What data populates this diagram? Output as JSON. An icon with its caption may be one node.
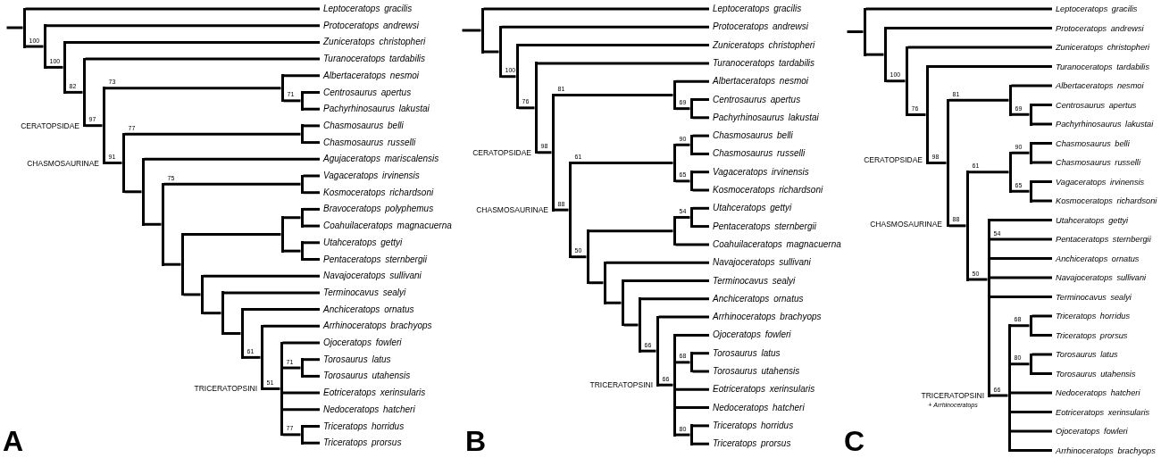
{
  "diagram": {
    "nodes": [
      {
        "text": [],
        "shape": "bar"
      },
      {
        "text": [
          "Leptoceratops gracilis"
        ]
      },
      {
        "text": [],
        "shape": "bar"
      },
      {
        "text": [
          "Protoceratops andrewsi"
        ]
      },
      {
        "text": [],
        "shape": "bar"
      },
      {
        "text": [
          "Zuniceratops christopheri"
        ]
      },
      {
        "text": [],
        "shape": "bar"
      },
      {
        "text": [
          "Turanoceratops tardabilis"
        ]
      },
      {
        "text": [],
        "shape": "bar"
      },
      {
        "text": [],
        "shape": "bar"
      },
      {
        "text": [
          "Albertaceratops nesmoi"
        ]
      },
      {
        "text": [],
        "shape": "bar"
      },
      {
        "text": [
          "Centrosaurus apertus"
        ]
      },
      {
        "text": [
          "Pachyrhinosaurus lakustai"
        ]
      },
      {
        "text": [],
        "shape": "bar"
      },
      {
        "text": [],
        "shape": "bar"
      },
      {
        "text": [
          "Chasmosaurus belli"
        ]
      },
      {
        "text": [
          "Chasmosaurus russelli"
        ]
      },
      {
        "text": [],
        "shape": "bar"
      },
      {
        "text": [
          "Agujaceratops mariscalensis"
        ]
      },
      {
        "text": [],
        "shape": "bar"
      },
      {
        "text": [],
        "shape": "bar"
      },
      {
        "text": [
          "Vagaceratops irvinensis"
        ]
      },
      {
        "text": [
          "Kosmoceratops richardsoni"
        ]
      },
      {
        "text": [],
        "shape": "bar"
      },
      {
        "text": [],
        "shape": "bar"
      },
      {
        "text": [],
        "shape": "bar"
      },
      {
        "text": [
          "Bravoceratops polyphemus"
        ]
      },
      {
        "text": [
          "Coahuilaceratops magnacuerna"
        ]
      },
      {
        "text": [],
        "shape": "bar"
      },
      {
        "text": [
          "Utahceratops gettyi"
        ]
      },
      {
        "text": [
          "Pentaceratops sternbergii"
        ]
      },
      {
        "text": [],
        "shape": "bar"
      },
      {
        "text": [
          "Navajoceratops sullivani"
        ]
      },
      {
        "text": [],
        "shape": "bar"
      },
      {
        "text": [
          "Terminocavus sealyi"
        ]
      },
      {
        "text": [],
        "shape": "bar"
      },
      {
        "text": [
          "Anchiceratops ornatus"
        ]
      },
      {
        "text": [],
        "shape": "bar"
      },
      {
        "text": [
          "Arrhinoceratops brachyops"
        ]
      },
      {
        "text": [],
        "shape": "bar"
      },
      {
        "text": [
          "Ojoceratops fowleri"
        ]
      },
      {
        "text": [],
        "shape": "bar"
      },
      {
        "text": [
          "Torosaurus latus"
        ]
      },
      {
        "text": [
          "Torosaurus utahensis"
        ]
      },
      {
        "text": [
          "Eotriceratops xerinsularis"
        ]
      },
      {
        "text": [
          "Nedoceratops hatcheri"
        ]
      },
      {
        "text": [],
        "shape": "bar"
      },
      {
        "text": [
          "Triceratops horridus"
        ]
      },
      {
        "text": [
          "Triceratops prorsus"
        ]
      },
      {
        "text": [],
        "shape": "bar"
      },
      {
        "text": [
          "Leptoceratops gracilis"
        ]
      },
      {
        "text": [],
        "shape": "bar"
      },
      {
        "text": [
          "Protoceratops andrewsi"
        ]
      },
      {
        "text": [],
        "shape": "bar"
      },
      {
        "text": [
          "Zuniceratops christopheri"
        ]
      },
      {
        "text": [],
        "shape": "bar"
      },
      {
        "text": [
          "Turanoceratops tardabilis"
        ]
      },
      {
        "text": [],
        "shape": "bar"
      },
      {
        "text": [],
        "shape": "bar"
      },
      {
        "text": [
          "Albertaceratops nesmoi"
        ]
      },
      {
        "text": [],
        "shape": "bar"
      },
      {
        "text": [
          "Centrosaurus apertus"
        ]
      },
      {
        "text": [
          "Pachyrhinosaurus lakustai"
        ]
      },
      {
        "text": [],
        "shape": "bar"
      },
      {
        "text": [],
        "shape": "bar"
      },
      {
        "text": [],
        "shape": "bar"
      },
      {
        "text": [
          "Chasmosaurus belli"
        ]
      },
      {
        "text": [
          "Chasmosaurus russelli"
        ]
      },
      {
        "text": [],
        "shape": "bar"
      },
      {
        "text": [
          "Vagaceratops irvinensis"
        ]
      },
      {
        "text": [
          "Kosmoceratops richardsoni"
        ]
      },
      {
        "text": [],
        "shape": "bar"
      },
      {
        "text": [],
        "shape": "bar"
      },
      {
        "text": [],
        "shape": "bar"
      },
      {
        "text": [
          "Utahceratops gettyi"
        ]
      },
      {
        "text": [
          "Pentaceratops sternbergii"
        ]
      },
      {
        "text": [
          "Coahuilaceratops magnacuerna"
        ]
      },
      {
        "text": [],
        "shape": "bar"
      },
      {
        "text": [
          "Navajoceratops sullivani"
        ]
      },
      {
        "text": [],
        "shape": "bar"
      },
      {
        "text": [
          "Terminocavus sealyi"
        ]
      },
      {
        "text": [],
        "shape": "bar"
      },
      {
        "text": [
          "Anchiceratops ornatus"
        ]
      },
      {
        "text": [],
        "shape": "bar"
      },
      {
        "text": [
          "Arrhinoceratops brachyops"
        ]
      },
      {
        "text": [],
        "shape": "bar"
      },
      {
        "text": [
          "Ojoceratops fowleri"
        ]
      },
      {
        "text": [],
        "shape": "bar"
      },
      {
        "text": [
          "Torosaurus latus"
        ]
      },
      {
        "text": [
          "Torosaurus utahensis"
        ]
      },
      {
        "text": [
          "Eotriceratops xerinsularis"
        ]
      },
      {
        "text": [
          "Nedoceratops hatcheri"
        ]
      },
      {
        "text": [],
        "shape": "bar"
      },
      {
        "text": [
          "Triceratops horridus"
        ]
      },
      {
        "text": [
          "Triceratops prorsus"
        ]
      },
      {
        "text": [],
        "shape": "bar"
      },
      {
        "text": [
          "Leptoceratops gracilis"
        ]
      },
      {
        "text": [],
        "shape": "bar"
      },
      {
        "text": [
          "Protoceratops andrewsi"
        ]
      },
      {
        "text": [],
        "shape": "bar"
      },
      {
        "text": [
          "Zuniceratops christopheri"
        ]
      },
      {
        "text": [],
        "shape": "bar"
      },
      {
        "text": [
          "Turanoceratops tardabilis"
        ]
      },
      {
        "text": [],
        "shape": "bar"
      },
      {
        "text": [],
        "shape": "bar"
      },
      {
        "text": [
          "Albertaceratops nesmoi"
        ]
      },
      {
        "text": [],
        "shape": "bar"
      },
      {
        "text": [
          "Centrosaurus apertus"
        ]
      },
      {
        "text": [
          "Pachyrhinosaurus lakustai"
        ]
      },
      {
        "text": [],
        "shape": "bar"
      },
      {
        "text": [],
        "shape": "bar"
      },
      {
        "text": [],
        "shape": "bar"
      },
      {
        "text": [
          "Chasmosaurus belli"
        ]
      },
      {
        "text": [
          "Chasmosaurus russelli"
        ]
      },
      {
        "text": [],
        "shape": "bar"
      },
      {
        "text": [
          "Vagaceratops irvinensis"
        ]
      },
      {
        "text": [
          "Kosmoceratops richardsoni"
        ]
      },
      {
        "text": [],
        "shape": "bar"
      },
      {
        "text": [
          "Utahceratops gettyi"
        ]
      },
      {
        "text": [
          "Pentaceratops sternbergii"
        ]
      },
      {
        "text": [
          "Anchiceratops ornatus"
        ]
      },
      {
        "text": [
          "Navajoceratops sullivani"
        ]
      },
      {
        "text": [
          "Terminocavus sealyi"
        ]
      },
      {
        "text": [],
        "shape": "bar"
      },
      {
        "text": [],
        "shape": "bar"
      },
      {
        "text": [
          "Triceratops horridus"
        ]
      },
      {
        "text": [
          "Triceratops prorsus"
        ]
      },
      {
        "text": [],
        "shape": "bar"
      },
      {
        "text": [
          "Torosaurus latus"
        ]
      },
      {
        "text": [
          "Torosaurus utahensis"
        ]
      },
      {
        "text": [
          "Nedoceratops hatcheri"
        ]
      },
      {
        "text": [
          "Eotriceratops xerinsularis"
        ]
      },
      {
        "text": [
          "Ojoceratops fowleri"
        ]
      },
      {
        "text": [
          "Arrhinoceratops brachyops"
        ]
      }
    ],
    "edges": [
      {
        "from": null,
        "to": 0,
        "arrow": "none"
      },
      {
        "from": 0,
        "to": 1,
        "arrow": "none"
      },
      {
        "from": 0,
        "to": 2,
        "arrow": "none",
        "label": "100"
      },
      {
        "from": 2,
        "to": 3,
        "arrow": "none"
      },
      {
        "from": 2,
        "to": 4,
        "arrow": "none",
        "label": "100"
      },
      {
        "from": 4,
        "to": 5,
        "arrow": "none"
      },
      {
        "from": 4,
        "to": 6,
        "arrow": "none",
        "label": "82"
      },
      {
        "from": 6,
        "to": 7,
        "arrow": "none"
      },
      {
        "from": 6,
        "to": 8,
        "arrow": "none",
        "label": "97"
      },
      {
        "from": 8,
        "to": 9,
        "arrow": "none",
        "label": "73"
      },
      {
        "from": 9,
        "to": 10,
        "arrow": "none"
      },
      {
        "from": 9,
        "to": 11,
        "arrow": "none",
        "label": "71"
      },
      {
        "from": 11,
        "to": 12,
        "arrow": "none"
      },
      {
        "from": 11,
        "to": 13,
        "arrow": "none"
      },
      {
        "from": 8,
        "to": 14,
        "arrow": "none",
        "label": "91"
      },
      {
        "from": 14,
        "to": 15,
        "arrow": "none",
        "label": "77"
      },
      {
        "from": 15,
        "to": 16,
        "arrow": "none"
      },
      {
        "from": 15,
        "to": 17,
        "arrow": "none"
      },
      {
        "from": 14,
        "to": 18,
        "arrow": "none"
      },
      {
        "from": 18,
        "to": 19,
        "arrow": "none"
      },
      {
        "from": 18,
        "to": 20,
        "arrow": "none"
      },
      {
        "from": 20,
        "to": 21,
        "arrow": "none",
        "label": "75"
      },
      {
        "from": 21,
        "to": 22,
        "arrow": "none"
      },
      {
        "from": 21,
        "to": 23,
        "arrow": "none"
      },
      {
        "from": 20,
        "to": 24,
        "arrow": "none"
      },
      {
        "from": 24,
        "to": 25,
        "arrow": "none"
      },
      {
        "from": 25,
        "to": 26,
        "arrow": "none"
      },
      {
        "from": 26,
        "to": 27,
        "arrow": "none"
      },
      {
        "from": 26,
        "to": 28,
        "arrow": "none"
      },
      {
        "from": 25,
        "to": 29,
        "arrow": "none"
      },
      {
        "from": 29,
        "to": 30,
        "arrow": "none"
      },
      {
        "from": 29,
        "to": 31,
        "arrow": "none"
      },
      {
        "from": 24,
        "to": 32,
        "arrow": "none"
      },
      {
        "from": 32,
        "to": 33,
        "arrow": "none"
      },
      {
        "from": 32,
        "to": 34,
        "arrow": "none"
      },
      {
        "from": 34,
        "to": 35,
        "arrow": "none"
      },
      {
        "from": 34,
        "to": 36,
        "arrow": "none"
      },
      {
        "from": 36,
        "to": 37,
        "arrow": "none"
      },
      {
        "from": 36,
        "to": 38,
        "arrow": "none",
        "label": "61"
      },
      {
        "from": 38,
        "to": 39,
        "arrow": "none"
      },
      {
        "from": 38,
        "to": 40,
        "arrow": "none",
        "label": "51"
      },
      {
        "from": 40,
        "to": 41,
        "arrow": "none"
      },
      {
        "from": 40,
        "to": 42,
        "arrow": "none",
        "label": "71"
      },
      {
        "from": 42,
        "to": 43,
        "arrow": "none"
      },
      {
        "from": 42,
        "to": 44,
        "arrow": "none"
      },
      {
        "from": 40,
        "to": 45,
        "arrow": "none"
      },
      {
        "from": 40,
        "to": 46,
        "arrow": "none"
      },
      {
        "from": 40,
        "to": 47,
        "arrow": "none",
        "label": "77"
      },
      {
        "from": 47,
        "to": 48,
        "arrow": "none"
      },
      {
        "from": 47,
        "to": 49,
        "arrow": "none"
      },
      {
        "from": null,
        "to": 50,
        "arrow": "none"
      },
      {
        "from": 50,
        "to": 51,
        "arrow": "none"
      },
      {
        "from": 50,
        "to": 52,
        "arrow": "none"
      },
      {
        "from": 52,
        "to": 53,
        "arrow": "none"
      },
      {
        "from": 52,
        "to": 54,
        "arrow": "none",
        "label": "100"
      },
      {
        "from": 54,
        "to": 55,
        "arrow": "none"
      },
      {
        "from": 54,
        "to": 56,
        "arrow": "none",
        "label": "76"
      },
      {
        "from": 56,
        "to": 57,
        "arrow": "none"
      },
      {
        "from": 56,
        "to": 58,
        "arrow": "none",
        "label": "98"
      },
      {
        "from": 58,
        "to": 59,
        "arrow": "none",
        "label": "81"
      },
      {
        "from": 59,
        "to": 60,
        "arrow": "none"
      },
      {
        "from": 59,
        "to": 61,
        "arrow": "none",
        "label": "69"
      },
      {
        "from": 61,
        "to": 62,
        "arrow": "none"
      },
      {
        "from": 61,
        "to": 63,
        "arrow": "none"
      },
      {
        "from": 58,
        "to": 64,
        "arrow": "none",
        "label": "88"
      },
      {
        "from": 64,
        "to": 65,
        "arrow": "none",
        "label": "61"
      },
      {
        "from": 65,
        "to": 66,
        "arrow": "none",
        "label": "90"
      },
      {
        "from": 66,
        "to": 67,
        "arrow": "none"
      },
      {
        "from": 66,
        "to": 68,
        "arrow": "none"
      },
      {
        "from": 65,
        "to": 69,
        "arrow": "none",
        "label": "65"
      },
      {
        "from": 69,
        "to": 70,
        "arrow": "none"
      },
      {
        "from": 69,
        "to": 71,
        "arrow": "none"
      },
      {
        "from": 64,
        "to": 72,
        "arrow": "none",
        "label": "50"
      },
      {
        "from": 72,
        "to": 73,
        "arrow": "none"
      },
      {
        "from": 73,
        "to": 74,
        "arrow": "none",
        "label": "54"
      },
      {
        "from": 74,
        "to": 75,
        "arrow": "none"
      },
      {
        "from": 74,
        "to": 76,
        "arrow": "none"
      },
      {
        "from": 73,
        "to": 77,
        "arrow": "none"
      },
      {
        "from": 72,
        "to": 78,
        "arrow": "none"
      },
      {
        "from": 78,
        "to": 79,
        "arrow": "none"
      },
      {
        "from": 78,
        "to": 80,
        "arrow": "none"
      },
      {
        "from": 80,
        "to": 81,
        "arrow": "none"
      },
      {
        "from": 80,
        "to": 82,
        "arrow": "none"
      },
      {
        "from": 82,
        "to": 83,
        "arrow": "none"
      },
      {
        "from": 82,
        "to": 84,
        "arrow": "none",
        "label": "66"
      },
      {
        "from": 84,
        "to": 85,
        "arrow": "none"
      },
      {
        "from": 84,
        "to": 86,
        "arrow": "none",
        "label": "66"
      },
      {
        "from": 86,
        "to": 87,
        "arrow": "none"
      },
      {
        "from": 86,
        "to": 88,
        "arrow": "none",
        "label": "68"
      },
      {
        "from": 88,
        "to": 89,
        "arrow": "none"
      },
      {
        "from": 88,
        "to": 90,
        "arrow": "none"
      },
      {
        "from": 86,
        "to": 91,
        "arrow": "none"
      },
      {
        "from": 86,
        "to": 92,
        "arrow": "none"
      },
      {
        "from": 86,
        "to": 93,
        "arrow": "none",
        "label": "80"
      },
      {
        "from": 93,
        "to": 94,
        "arrow": "none"
      },
      {
        "from": 93,
        "to": 95,
        "arrow": "none"
      },
      {
        "from": null,
        "to": 96,
        "arrow": "none"
      },
      {
        "from": 96,
        "to": 97,
        "arrow": "none"
      },
      {
        "from": 96,
        "to": 98,
        "arrow": "none"
      },
      {
        "from": 98,
        "to": 99,
        "arrow": "none"
      },
      {
        "from": 98,
        "to": 100,
        "arrow": "none",
        "label": "100"
      },
      {
        "from": 100,
        "to": 101,
        "arrow": "none"
      },
      {
        "from": 100,
        "to": 102,
        "arrow": "none",
        "label": "76"
      },
      {
        "from": 102,
        "to": 103,
        "arrow": "none"
      },
      {
        "from": 102,
        "to": 104,
        "arrow": "none",
        "label": "98"
      },
      {
        "from": 104,
        "to": 105,
        "arrow": "none",
        "label": "81"
      },
      {
        "from": 105,
        "to": 106,
        "arrow": "none"
      },
      {
        "from": 105,
        "to": 107,
        "arrow": "none",
        "label": "69"
      },
      {
        "from": 107,
        "to": 108,
        "arrow": "none"
      },
      {
        "from": 107,
        "to": 109,
        "arrow": "none"
      },
      {
        "from": 104,
        "to": 110,
        "arrow": "none",
        "label": "88"
      },
      {
        "from": 110,
        "to": 111,
        "arrow": "none",
        "label": "61"
      },
      {
        "from": 111,
        "to": 112,
        "arrow": "none",
        "label": "90"
      },
      {
        "from": 112,
        "to": 113,
        "arrow": "none"
      },
      {
        "from": 112,
        "to": 114,
        "arrow": "none"
      },
      {
        "from": 111,
        "to": 115,
        "arrow": "none",
        "label": "65"
      },
      {
        "from": 115,
        "to": 116,
        "arrow": "none"
      },
      {
        "from": 115,
        "to": 117,
        "arrow": "none"
      },
      {
        "from": 110,
        "to": 118,
        "arrow": "none",
        "label": "50"
      },
      {
        "from": 118,
        "to": 119,
        "arrow": "none"
      },
      {
        "from": 118,
        "to": 120,
        "arrow": "none",
        "label": "54"
      },
      {
        "from": 118,
        "to": 121,
        "arrow": "none"
      },
      {
        "from": 118,
        "to": 122,
        "arrow": "none"
      },
      {
        "from": 118,
        "to": 123,
        "arrow": "none"
      },
      {
        "from": 118,
        "to": 124,
        "arrow": "none",
        "label": "66"
      },
      {
        "from": 124,
        "to": 125,
        "arrow": "none",
        "label": "68"
      },
      {
        "from": 125,
        "to": 126,
        "arrow": "none"
      },
      {
        "from": 125,
        "to": 127,
        "arrow": "none"
      },
      {
        "from": 124,
        "to": 128,
        "arrow": "none",
        "label": "80"
      },
      {
        "from": 128,
        "to": 129,
        "arrow": "none"
      },
      {
        "from": 128,
        "to": 130,
        "arrow": "none"
      },
      {
        "from": 124,
        "to": 131,
        "arrow": "none"
      },
      {
        "from": 124,
        "to": 132,
        "arrow": "none"
      },
      {
        "from": 124,
        "to": 133,
        "arrow": "none"
      },
      {
        "from": 124,
        "to": 134,
        "arrow": "none"
      }
    ],
    "labels": [
      "CERATOPSIDAE",
      "CHASMOSAURINAE",
      "TRICERATOPSINI",
      "A",
      "CERATOPSIDAE",
      "CHASMOSAURINAE",
      "TRICERATOPSINI",
      "B",
      "CERATOPSIDAE",
      "CHASMOSAURINAE",
      "TRICERATOPSINI",
      "+ *Arrhinoceratops*",
      "C"
    ]
  }
}
